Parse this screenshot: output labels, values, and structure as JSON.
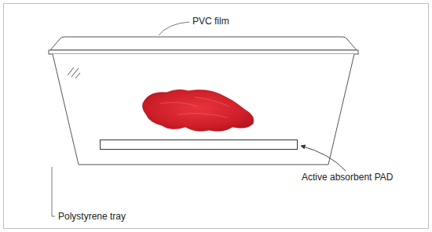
{
  "diagram": {
    "labels": [
      "PVC film",
      "Polystyrene tray",
      "Active absorbent PAD"
    ]
  }
}
